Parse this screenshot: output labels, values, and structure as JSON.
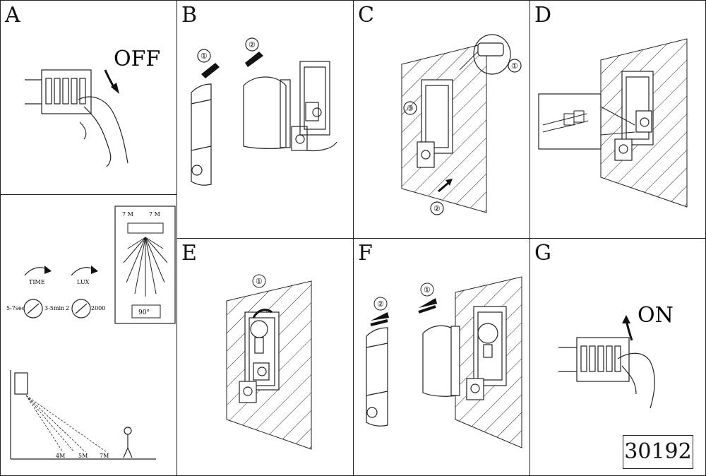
{
  "panels": {
    "a": {
      "letter": "A",
      "label": "OFF"
    },
    "b": {
      "letter": "B",
      "step1": "①",
      "step2": "②"
    },
    "c": {
      "letter": "C",
      "step1": "①",
      "step2": "②",
      "step3": "③"
    },
    "d": {
      "letter": "D"
    },
    "e": {
      "letter": "E",
      "step1": "①"
    },
    "f": {
      "letter": "F",
      "step1": "①",
      "step2": "②"
    },
    "g": {
      "letter": "G",
      "label": "ON"
    }
  },
  "settings": {
    "time_label": "TIME",
    "time_min": "5-7sec",
    "time_max": "3-5min",
    "lux_label": "LUX",
    "lux_min": "2",
    "lux_max": "2000",
    "range_left": "7 M",
    "range_right": "7 M",
    "angle": "90°",
    "distances": [
      "4M",
      "5M",
      "7M"
    ]
  },
  "product_code": "30192"
}
